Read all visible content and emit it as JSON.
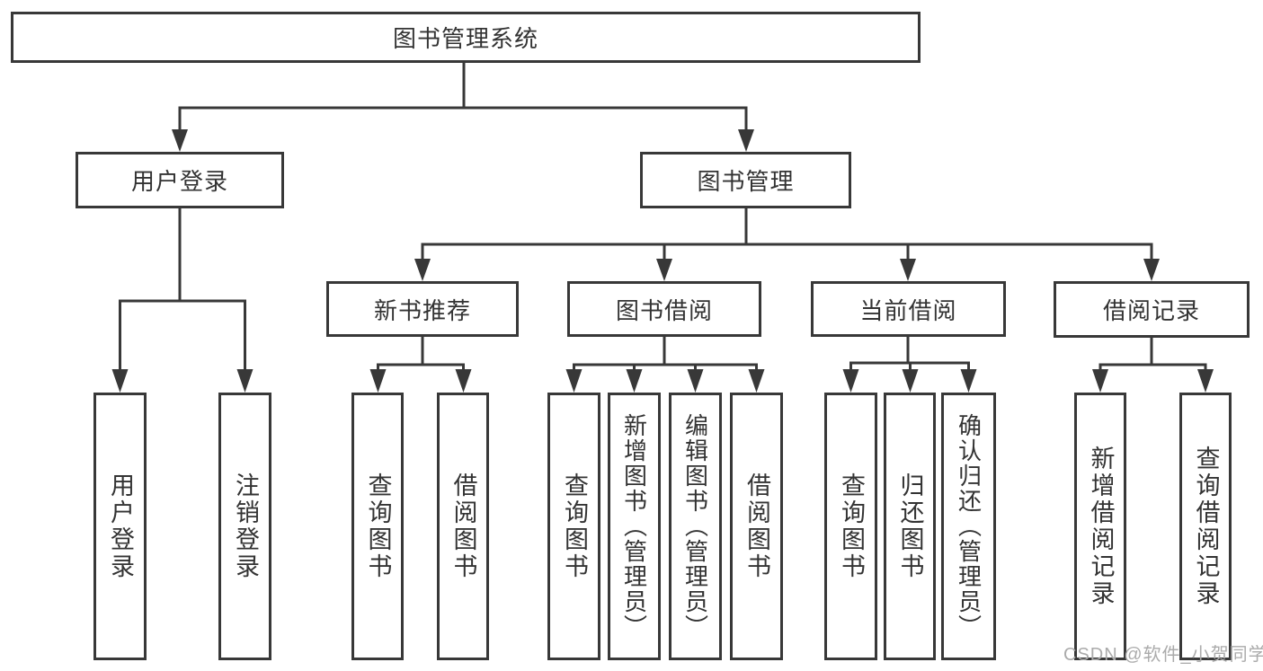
{
  "diagram": {
    "root": {
      "label": "图书管理系统"
    },
    "level2": {
      "user_login": {
        "label": "用户登录"
      },
      "book_mgmt": {
        "label": "图书管理"
      }
    },
    "level3": {
      "new_book": {
        "label": "新书推荐"
      },
      "book_borrow": {
        "label": "图书借阅"
      },
      "current_borrow": {
        "label": "当前借阅"
      },
      "borrow_record": {
        "label": "借阅记录"
      }
    },
    "leaves": {
      "login": {
        "label": "用户登录"
      },
      "logout": {
        "label": "注销登录"
      },
      "nb_query": {
        "label": "查询图书"
      },
      "nb_borrow": {
        "label": "借阅图书"
      },
      "bb_query": {
        "label": "查询图书"
      },
      "bb_add": {
        "label": "新增图书（管理员）"
      },
      "bb_edit": {
        "label": "编辑图书（管理员）"
      },
      "bb_borrow": {
        "label": "借阅图书"
      },
      "cb_query": {
        "label": "查询图书"
      },
      "cb_return": {
        "label": "归还图书"
      },
      "cb_confirm": {
        "label": "确认归还（管理员）"
      },
      "br_add": {
        "label": "新增借阅记录"
      },
      "br_query": {
        "label": "查询借阅记录"
      }
    }
  },
  "watermark": {
    "text": "CSDN @软件_小贺同学"
  },
  "colors": {
    "line": "#383838",
    "text": "#333333",
    "background": "#ffffff",
    "watermark": "#ababab"
  }
}
